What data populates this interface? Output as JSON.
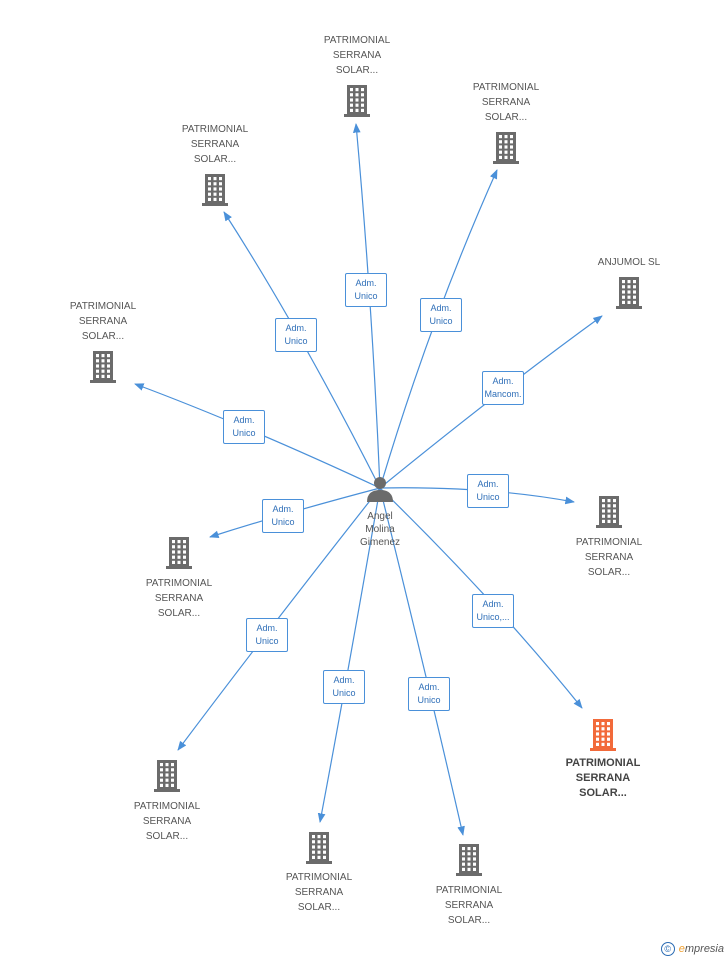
{
  "center": {
    "name_lines": [
      "Angel",
      "Molina",
      "Gimenez"
    ]
  },
  "nodes": [
    {
      "name_lines": [
        "PATRIMONIAL",
        "SERRANA",
        "SOLAR..."
      ],
      "role_lines": [
        "Adm.",
        "Unico"
      ]
    },
    {
      "name_lines": [
        "PATRIMONIAL",
        "SERRANA",
        "SOLAR..."
      ],
      "role_lines": [
        "Adm.",
        "Unico"
      ]
    },
    {
      "name_lines": [
        "PATRIMONIAL",
        "SERRANA",
        "SOLAR..."
      ],
      "role_lines": [
        "Adm.",
        "Unico"
      ]
    },
    {
      "name_lines": [
        "ANJUMOL SL"
      ],
      "role_lines": [
        "Adm.",
        "Mancom."
      ]
    },
    {
      "name_lines": [
        "PATRIMONIAL",
        "SERRANA",
        "SOLAR..."
      ],
      "role_lines": [
        "Adm.",
        "Unico"
      ]
    },
    {
      "name_lines": [
        "PATRIMONIAL",
        "SERRANA",
        "SOLAR..."
      ],
      "role_lines": [
        "Adm.",
        "Unico"
      ]
    },
    {
      "name_lines": [
        "PATRIMONIAL",
        "SERRANA",
        "SOLAR..."
      ],
      "role_lines": [
        "Adm.",
        "Unico,..."
      ],
      "highlight": true
    },
    {
      "name_lines": [
        "PATRIMONIAL",
        "SERRANA",
        "SOLAR..."
      ],
      "role_lines": [
        "Adm.",
        "Unico"
      ]
    },
    {
      "name_lines": [
        "PATRIMONIAL",
        "SERRANA",
        "SOLAR..."
      ],
      "role_lines": [
        "Adm.",
        "Unico"
      ]
    },
    {
      "name_lines": [
        "PATRIMONIAL",
        "SERRANA",
        "SOLAR..."
      ],
      "role_lines": [
        "Adm.",
        "Unico"
      ]
    },
    {
      "name_lines": [
        "PATRIMONIAL",
        "SERRANA",
        "SOLAR..."
      ],
      "role_lines": [
        "Adm.",
        "Unico"
      ]
    }
  ],
  "colors": {
    "edge": "#4a90d9",
    "building": "#6b6b6b",
    "building_highlight": "#f26a3a",
    "person": "#6b6b6b"
  },
  "footer": {
    "copyright_symbol": "©",
    "brand_initial": "e",
    "brand_rest": "mpresia"
  }
}
